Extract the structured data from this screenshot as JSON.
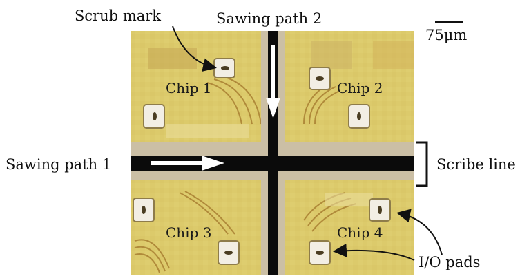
{
  "labels": {
    "scrub_mark": "Scrub mark",
    "sawing_path_2": "Sawing path 2",
    "sawing_path_1": "Sawing path 1",
    "scale_bar": "75μm",
    "scribe_line": "Scribe line",
    "io_pads": "I/O pads"
  },
  "chips": [
    "Chip 1",
    "Chip 2",
    "Chip 3",
    "Chip 4"
  ],
  "colors": {
    "die": "#d9c766",
    "die_light": "#efe3a0",
    "scribe": "#c9bfa6",
    "saw": "#0b0b0b",
    "trace": "#b08a3a",
    "pad": "#f3efe6"
  }
}
